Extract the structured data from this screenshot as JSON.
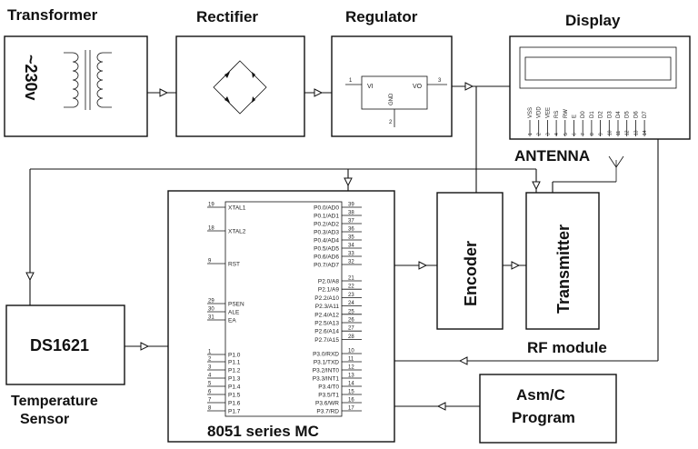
{
  "titles": {
    "transformer": "Transformer",
    "rectifier": "Rectifier",
    "regulator": "Regulator",
    "display": "Display",
    "antenna": "ANTENNA",
    "encoder": "Encoder",
    "transmitter": "Transmitter",
    "rf_module": "RF module",
    "ds1621": "DS1621",
    "temp_sensor_line1": "Temperature",
    "temp_sensor_line2": "Sensor",
    "mc": "8051 series MC",
    "program_line1": "Asm/C",
    "program_line2": "Program"
  },
  "transformer": {
    "voltage": "~230v"
  },
  "regulator": {
    "vi": "VI",
    "vo": "VO",
    "gnd": "GND",
    "pin_in": "1",
    "pin_out": "3",
    "pin_gnd": "2"
  },
  "lcd": {
    "pins": [
      "VSS",
      "VDD",
      "VEE",
      "RS",
      "RW",
      "E",
      "D0",
      "D1",
      "D2",
      "D3",
      "D4",
      "D5",
      "D6",
      "D7"
    ],
    "numbers": [
      "1",
      "2",
      "3",
      "4",
      "5",
      "6",
      "7",
      "8",
      "9",
      "10",
      "11",
      "12",
      "13",
      "14"
    ]
  },
  "mc": {
    "left_pins": [
      {
        "num": "19",
        "name": "XTAL1"
      },
      {
        "num": "18",
        "name": "XTAL2"
      },
      {
        "num": "9",
        "name": "RST"
      },
      {
        "num": "29",
        "name": "PSEN"
      },
      {
        "num": "30",
        "name": "ALE"
      },
      {
        "num": "31",
        "name": "EA"
      },
      {
        "num": "1",
        "name": "P1.0"
      },
      {
        "num": "2",
        "name": "P1.1"
      },
      {
        "num": "3",
        "name": "P1.2"
      },
      {
        "num": "4",
        "name": "P1.3"
      },
      {
        "num": "5",
        "name": "P1.4"
      },
      {
        "num": "6",
        "name": "P1.5"
      },
      {
        "num": "7",
        "name": "P1.6"
      },
      {
        "num": "8",
        "name": "P1.7"
      }
    ],
    "right_pins": [
      {
        "num": "39",
        "name": "P0.0/AD0"
      },
      {
        "num": "38",
        "name": "P0.1/AD1"
      },
      {
        "num": "37",
        "name": "P0.2/AD2"
      },
      {
        "num": "36",
        "name": "P0.3/AD3"
      },
      {
        "num": "35",
        "name": "P0.4/AD4"
      },
      {
        "num": "34",
        "name": "P0.5/AD5"
      },
      {
        "num": "33",
        "name": "P0.6/AD6"
      },
      {
        "num": "32",
        "name": "P0.7/AD7"
      },
      {
        "num": "21",
        "name": "P2.0/A8"
      },
      {
        "num": "22",
        "name": "P2.1/A9"
      },
      {
        "num": "23",
        "name": "P2.2/A10"
      },
      {
        "num": "24",
        "name": "P2.3/A11"
      },
      {
        "num": "25",
        "name": "P2.4/A12"
      },
      {
        "num": "26",
        "name": "P2.5/A13"
      },
      {
        "num": "27",
        "name": "P2.6/A14"
      },
      {
        "num": "28",
        "name": "P2.7/A15"
      },
      {
        "num": "10",
        "name": "P3.0/RXD"
      },
      {
        "num": "11",
        "name": "P3.1/TXD"
      },
      {
        "num": "12",
        "name": "P3.2/INT0"
      },
      {
        "num": "13",
        "name": "P3.3/INT1"
      },
      {
        "num": "14",
        "name": "P3.4/T0"
      },
      {
        "num": "15",
        "name": "P3.5/T1"
      },
      {
        "num": "16",
        "name": "P3.6/WR"
      },
      {
        "num": "17",
        "name": "P3.7/RD"
      }
    ]
  }
}
